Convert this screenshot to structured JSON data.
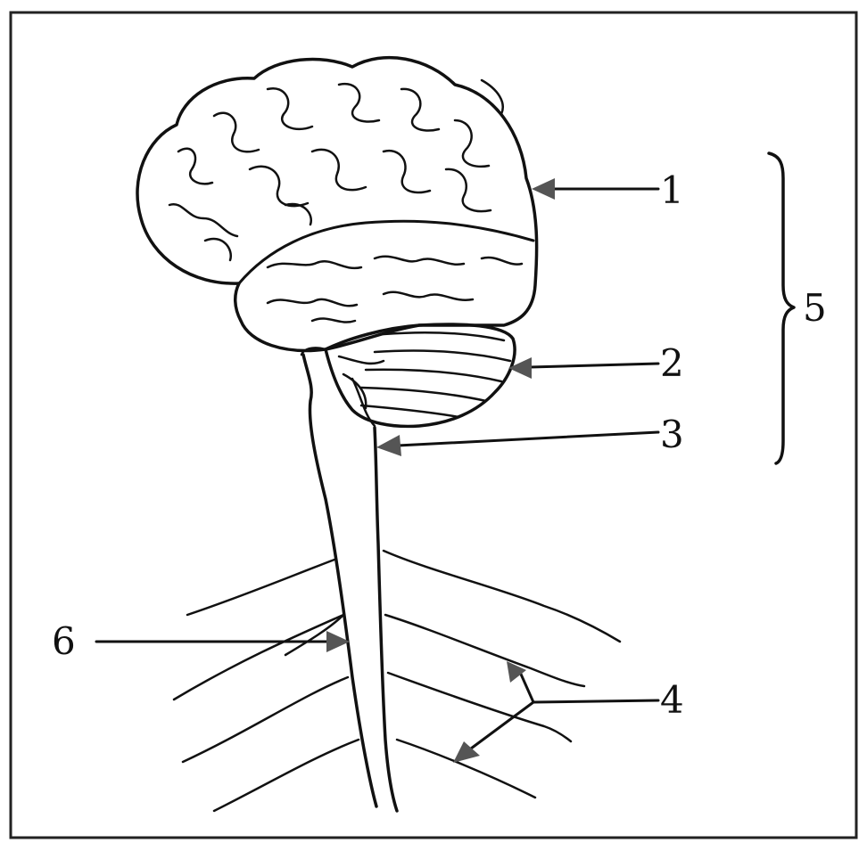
{
  "labels": {
    "cerebrum": "1",
    "cerebellum": "2",
    "brainstem": "3",
    "nerves": "4",
    "brain": "5",
    "spinal_cord": "6"
  }
}
